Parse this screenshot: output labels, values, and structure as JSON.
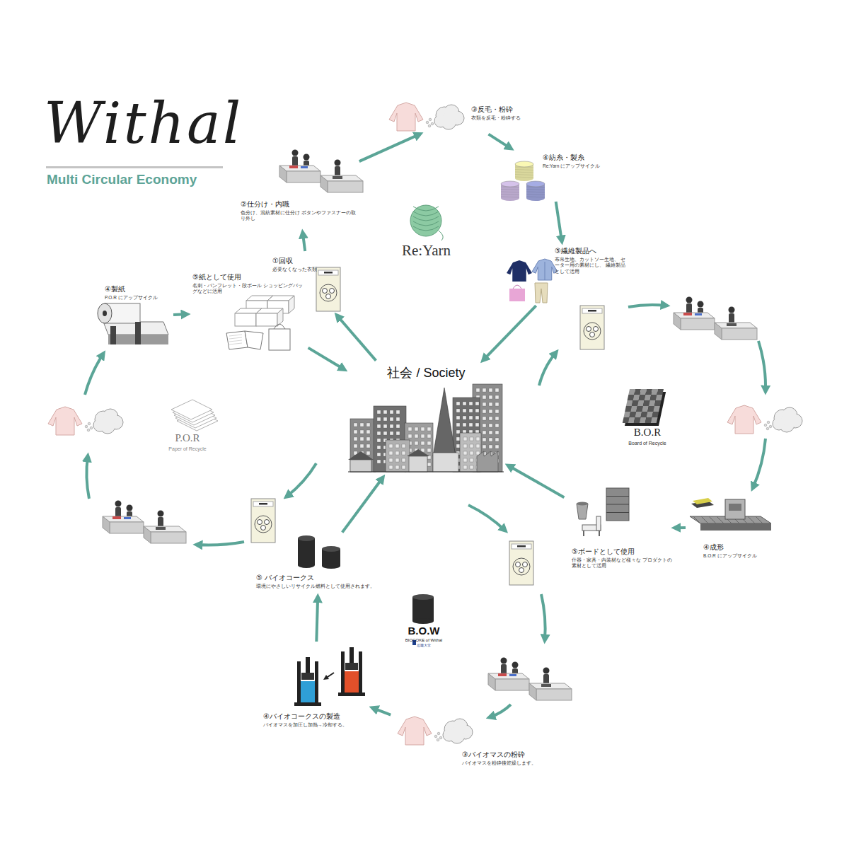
{
  "diagram": {
    "title": "Withal",
    "nodes": [
      {
        "text": [
          "社会 / Society"
        ]
      },
      {
        "text": [
          "Re:Yarn"
        ]
      },
      {
        "text": [
          "①回収",
          "必要なくなった衣類"
        ]
      },
      {
        "text": [
          "②仕分け・内職",
          "色分け、混紡素材に仕分け ボタンやファスナーの取り外し"
        ]
      },
      {
        "text": [
          "③反毛・粉砕",
          "衣類を反毛・粉砕する"
        ]
      },
      {
        "text": [
          "④紡糸・製糸",
          "Re:Yarn にアップサイクル"
        ]
      },
      {
        "text": [
          "⑤繊維製品へ",
          "布帛生地、カットソー生地、 セーター用の素材にし、 繊維製品として活用"
        ]
      },
      {
        "text": [
          "P.O.R",
          "Paper of Recycle"
        ]
      },
      {
        "text": [
          "④製紙",
          "P.O.R にアップサイクル"
        ]
      },
      {
        "text": [
          "⑤紙として使用",
          "名刺・パンフレット・段ボール ショッピングバッグなどに活用"
        ]
      },
      {
        "text": [
          "B.O.R",
          "Board of Recycle"
        ]
      },
      {
        "text": [
          "④成形",
          "B.O.R にアップサイクル"
        ]
      },
      {
        "text": [
          "⑤ボードとして使用",
          "什器・家具・内装材など様々な プロダクトの素材として活用"
        ]
      },
      {
        "text": [
          "B.O.W",
          "BIOCOKE of Withal",
          "近畿大学"
        ]
      },
      {
        "text": [
          "③バイオマスの粉砕",
          "バイオマスを粉砕後乾燥します。"
        ]
      },
      {
        "text": [
          "④バイオコークスの製造",
          "バイオマスを加圧し加熱→冷却する。"
        ]
      },
      {
        "text": [
          "⑤ バイオコークス",
          "環境にやさしいリサイクル燃料として使用されます。"
        ]
      }
    ],
    "edges": [
      {
        "from": 2,
        "to": 3,
        "arrow": "to"
      },
      {
        "from": 3,
        "to": 4,
        "arrow": "to"
      },
      {
        "from": 4,
        "to": 5,
        "arrow": "to"
      },
      {
        "from": 5,
        "to": 6,
        "arrow": "to"
      },
      {
        "from": 6,
        "to": 0,
        "arrow": "to"
      },
      {
        "from": 0,
        "to": 2,
        "arrow": "to"
      },
      {
        "from": 8,
        "to": 9,
        "arrow": "to"
      },
      {
        "from": 9,
        "to": 0,
        "arrow": "to"
      },
      {
        "from": 11,
        "to": 12,
        "arrow": "to"
      },
      {
        "from": 12,
        "to": 0,
        "arrow": "to"
      },
      {
        "from": 14,
        "to": 15,
        "arrow": "to"
      },
      {
        "from": 15,
        "to": 16,
        "arrow": "to"
      },
      {
        "from": 16,
        "to": 0,
        "arrow": "to"
      }
    ],
    "labels": [
      "Multi Circular Economy"
    ]
  }
}
